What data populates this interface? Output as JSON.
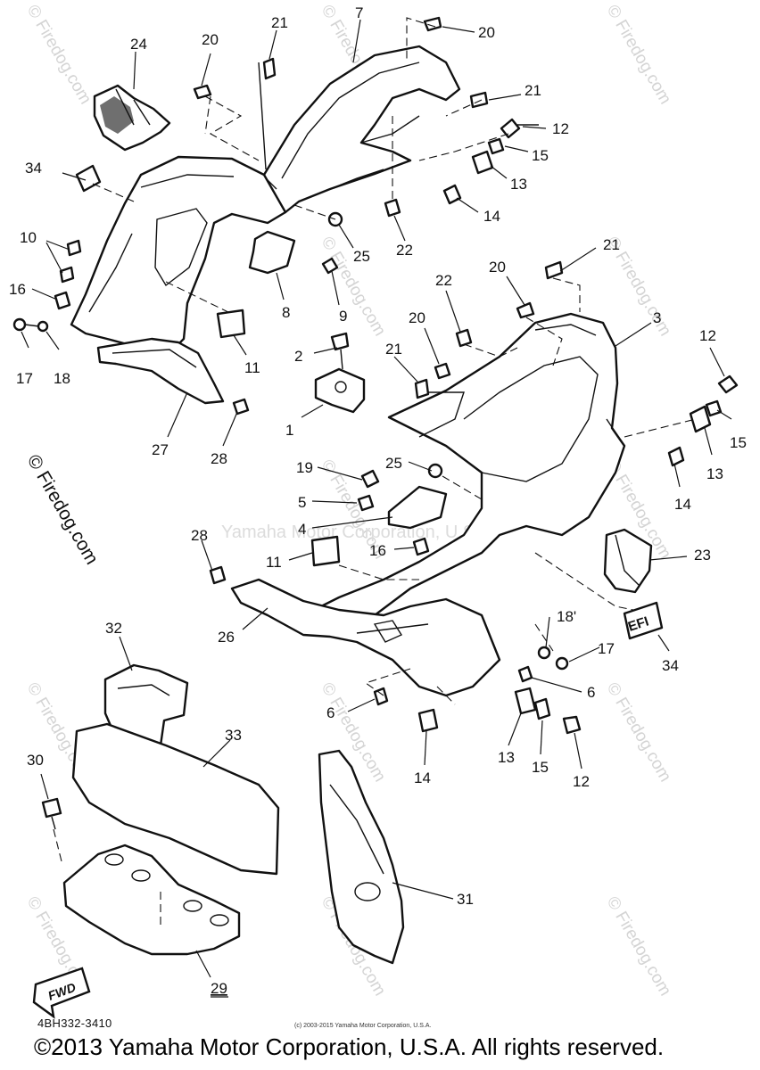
{
  "watermarks": {
    "site_text": "© Firedog.com",
    "center_text": "Yamaha Motor Corporation, U.S.A."
  },
  "callouts": [
    "1",
    "2",
    "3",
    "4",
    "5",
    "6",
    "7",
    "8",
    "9",
    "10",
    "11",
    "12",
    "13",
    "14",
    "15",
    "16",
    "17",
    "18",
    "19",
    "20",
    "21",
    "22",
    "23",
    "24",
    "25",
    "26",
    "27",
    "28",
    "29",
    "30",
    "31",
    "32",
    "33",
    "34"
  ],
  "labels": {
    "n24": "24",
    "n20a": "20",
    "n21a": "21",
    "n7": "7",
    "n20b": "20",
    "n21b": "21",
    "n12a": "12",
    "n15a": "15",
    "n13a": "13",
    "n14a": "14",
    "n34a": "34",
    "n22a": "22",
    "n25a": "25",
    "n10": "10",
    "n16a": "16",
    "n8": "8",
    "n9": "9",
    "n17a": "17",
    "n18a": "18",
    "n11a": "11",
    "n21c": "21",
    "n20c": "20",
    "n22b": "22",
    "n3": "3",
    "n20d": "20",
    "n21d": "21",
    "n2": "2",
    "n1": "1",
    "n12b": "12",
    "n15b": "15",
    "n13b": "13",
    "n14b": "14",
    "n27": "27",
    "n28a": "28",
    "n19": "19",
    "n25b": "25",
    "n5": "5",
    "n4": "4",
    "n28b": "28",
    "n16b": "16",
    "n11b": "11",
    "n23": "23",
    "n26": "26",
    "n18b": "18'",
    "n17b": "17",
    "n34b": "34",
    "n6a": "6",
    "n6b": "6",
    "n32": "32",
    "n33": "33",
    "n14c": "14",
    "n13c": "13",
    "n15c": "15",
    "n12c": "12",
    "n30": "30",
    "n31": "31",
    "n29": "29"
  },
  "badges": {
    "efi": "EFI",
    "fwd": "FWD"
  },
  "footer": {
    "doc_code": "4BH332-3410",
    "small_copyright": "(c) 2003-2015 Yamaha Motor Corporation, U.S.A.",
    "copyright": "©2013 Yamaha Motor Corporation, U.S.A. All rights reserved."
  }
}
